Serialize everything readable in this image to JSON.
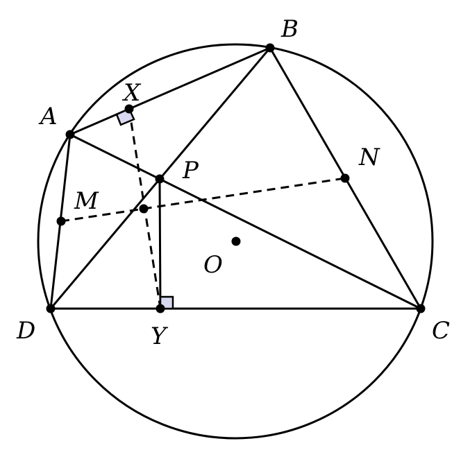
{
  "diagram": {
    "stroke_color": "#000000",
    "marker_fill": "#d8d8f0",
    "labels": {
      "A": "A",
      "B": "B",
      "C": "C",
      "D": "D",
      "P": "P",
      "X": "X",
      "Y": "Y",
      "M": "M",
      "N": "N",
      "O": "O"
    }
  }
}
